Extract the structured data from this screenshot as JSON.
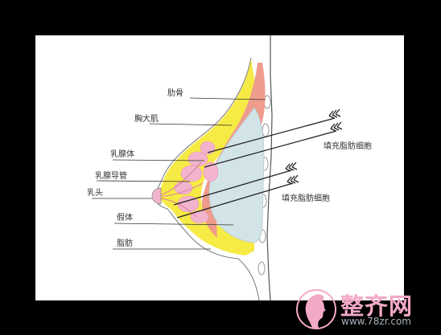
{
  "labels": {
    "ribs": "肋骨",
    "pectoralis_major": "胸大肌",
    "mammary_gland": "乳腺体",
    "milk_duct": "乳腺导管",
    "nipple": "乳头",
    "implant": "假体",
    "fat": "脂肪",
    "fat_cells_1": "填充脂肪细胞",
    "fat_cells_2": "填充脂肪细胞"
  },
  "watermark": {
    "brand": "整齐网",
    "url": "www.78zr.com",
    "icon": "woman-profile-logo"
  },
  "colors": {
    "fat": "#f6ea45",
    "muscle": "#ef9c8c",
    "gland": "#f2b4cd",
    "implant": "#d3e4e8",
    "background": "#000000"
  }
}
